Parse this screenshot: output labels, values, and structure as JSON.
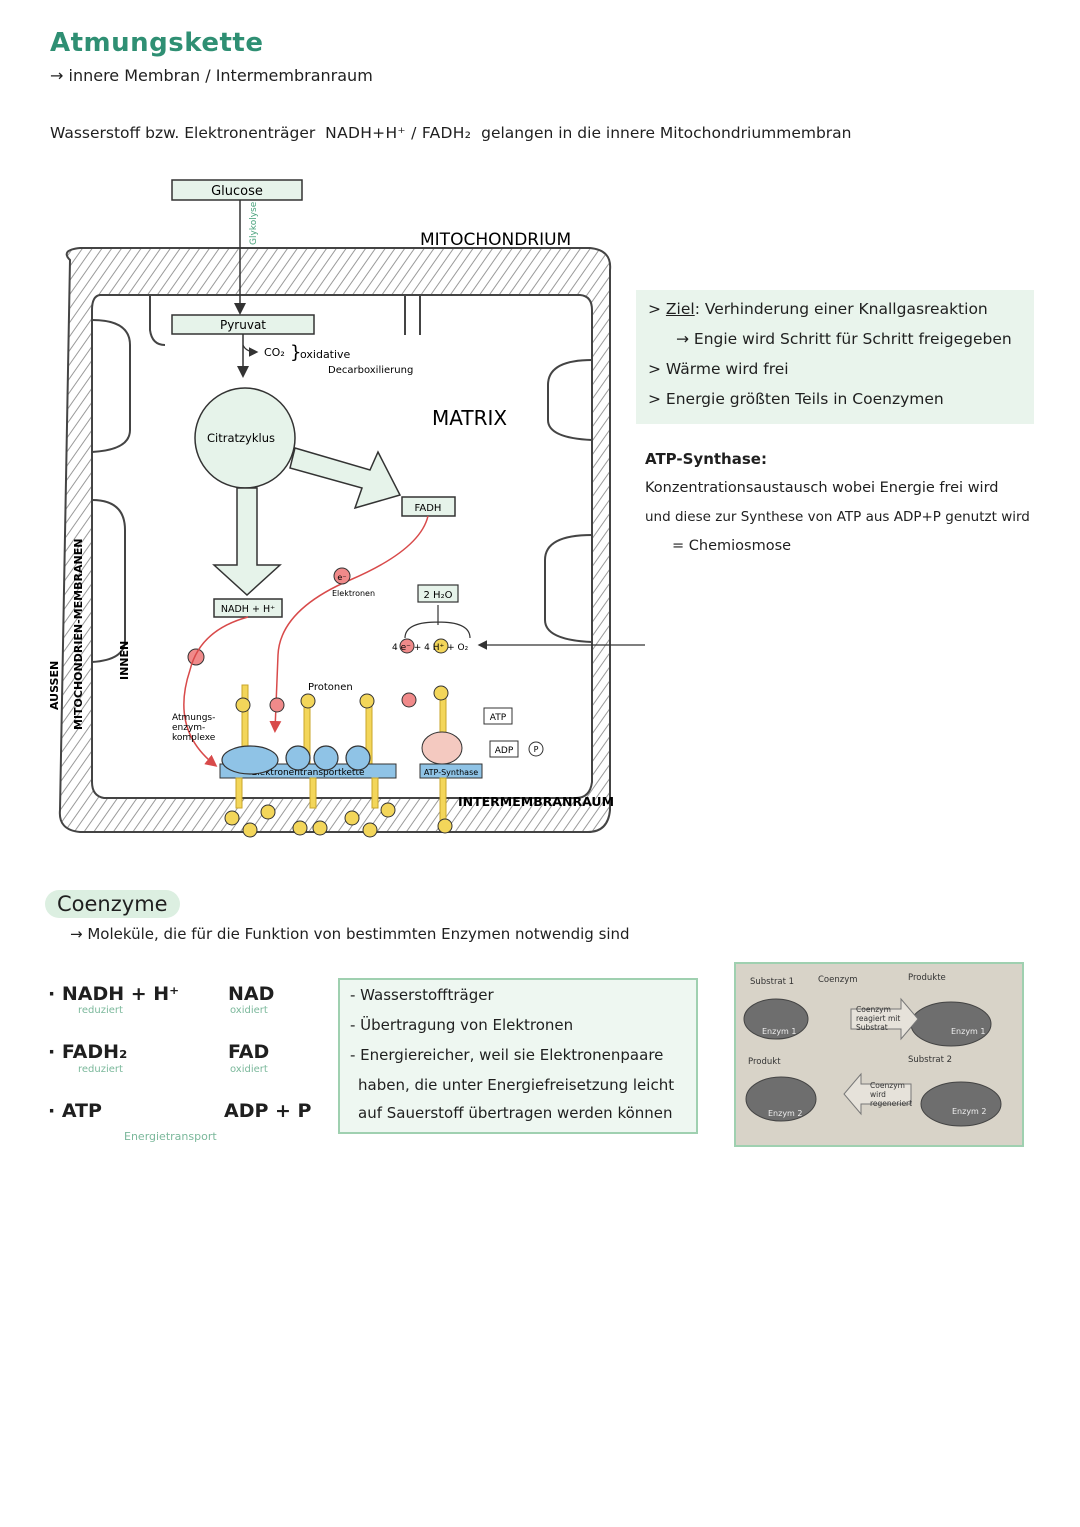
{
  "header": {
    "title": "Atmungskette",
    "subtitle": "→ innere Membran / Intermembranraum",
    "intro_prefix": "Wasserstoff bzw. Elektronenträger",
    "intro_carriers": "NADH+H⁺ / FADH₂",
    "intro_suffix": "gelangen in die innere Mitochondriummembran"
  },
  "diagram": {
    "glucose": "Glucose",
    "glykolyse": "Glykolyse",
    "mitochondrium": "MITOCHONDRIUM",
    "pyruvat": "Pyruvat",
    "co2": "CO₂",
    "oxidative": "oxidative",
    "decarboxylierung": "Decarboxilierung",
    "matrix": "MATRIX",
    "citratzyklus": "Citratzyklus",
    "fadh": "FADH",
    "nadh": "NADH + H⁺",
    "elektronen": "Elektronen",
    "h2o": "2 H₂O",
    "reaction": "4 e⁻ + 4 H⁺ + O₂",
    "protonen": "Protonen",
    "atmungsenzym": "Atmungs-enzym-komplexe",
    "etk": "Elektronentransportkette",
    "atp_synthase": "ATP-Synthase",
    "atp": "ATP",
    "adp": "ADP",
    "p": "P",
    "intermembranraum": "INTERMEMBRANRAUM",
    "aussen": "AUSSEN",
    "membranen": "MITOCHONDRIEN-MEMBRANEN",
    "innen": "INNEN",
    "e": "e⁻",
    "h": "H⁺"
  },
  "notes": {
    "ziel_label": "Ziel",
    "ziel_text": ": Verhinderung einer Knallgasreaktion",
    "line2": "→ Engie wird Schritt für Schritt freigegeben",
    "line3": "> Wärme wird frei",
    "line4": "> Energie größten Teils in Coenzymen"
  },
  "atp_synthase": {
    "title": "ATP-Synthase:",
    "line1": "Konzentrationsaustausch wobei Energie frei wird",
    "line2": "und diese zur Synthese von ATP aus ADP+P genutzt wird",
    "line3": "= Chemiosmose"
  },
  "coenzyme": {
    "title": "Coenzyme",
    "definition": "→ Moleküle, die für die Funktion von bestimmten Enzymen notwendig sind",
    "pairs": [
      {
        "left": "· NADH + H⁺",
        "left_sub": "reduziert",
        "right": "NAD",
        "right_sub": "oxidiert"
      },
      {
        "left": "· FADH₂",
        "left_sub": "reduziert",
        "right": "FAD",
        "right_sub": "oxidiert"
      },
      {
        "left": "· ATP",
        "left_sub": "",
        "right": "ADP + P",
        "right_sub": ""
      }
    ],
    "energietransport": "Energietransport",
    "bullets": [
      "- Wasserstoffträger",
      "- Übertragung von Elektronen",
      "- Energiereicher, weil sie Elektronenpaare",
      "haben, die unter Energiefreisetzung leicht",
      "auf Sauerstoff übertragen werden können"
    ]
  },
  "enzyme_image": {
    "substrat1": "Substrat 1",
    "coenzym": "Coenzym",
    "produkte": "Produkte",
    "enzym1": "Enzym 1",
    "coenzym_reagiert": "Coenzym reagiert mit Substrat",
    "enzym1b": "Enzym 1",
    "produkt": "Produkt",
    "substrat2": "Substrat 2",
    "enzym2": "Enzym 2",
    "coenzym_regeneriert": "Coenzym wird regeneriert",
    "enzym2b": "Enzym 2"
  },
  "colors": {
    "title_green": "#2f8f73",
    "electron_red": "#e05555",
    "proton_yellow": "#f3d65a",
    "etk_blue": "#8fc3e6",
    "box_green": "#e9f4ec"
  }
}
